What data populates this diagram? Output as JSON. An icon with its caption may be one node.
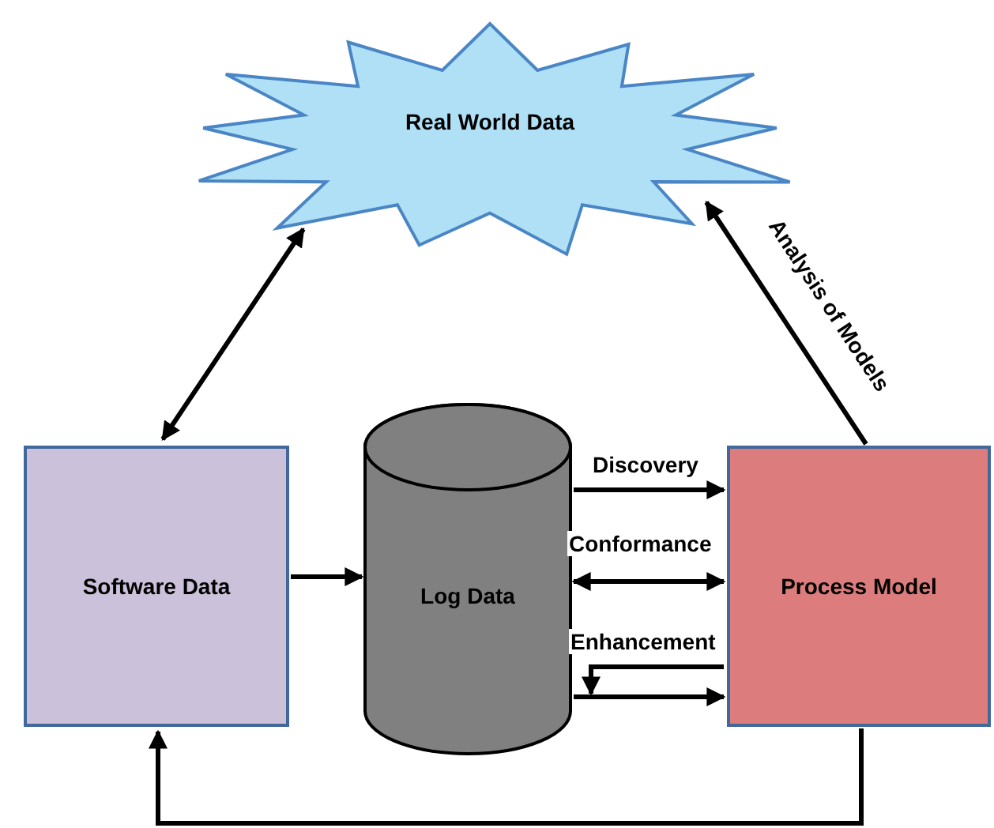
{
  "diagram": {
    "nodes": [
      {
        "text": [
          "Real World Data"
        ]
      },
      {
        "text": [
          "Software Data"
        ]
      },
      {
        "text": [
          "Log Data"
        ]
      },
      {
        "text": [
          "Process Model"
        ]
      }
    ],
    "edges": [
      {
        "from": 1,
        "to": 0,
        "arrow": "both"
      },
      {
        "from": 1,
        "to": 2,
        "arrow": "to"
      },
      {
        "from": 2,
        "to": 3,
        "arrow": "to",
        "label": "Discovery"
      },
      {
        "from": 2,
        "to": 3,
        "arrow": "both",
        "label": "Conformance"
      },
      {
        "from": 2,
        "to": 3,
        "arrow": "to"
      },
      {
        "from": 3,
        "to": 2,
        "arrow": "to",
        "label": "Enhancement"
      },
      {
        "from": 3,
        "to": 0,
        "arrow": "to",
        "label": "Analysis of Models"
      },
      {
        "from": 3,
        "to": 1,
        "arrow": "to"
      }
    ]
  }
}
